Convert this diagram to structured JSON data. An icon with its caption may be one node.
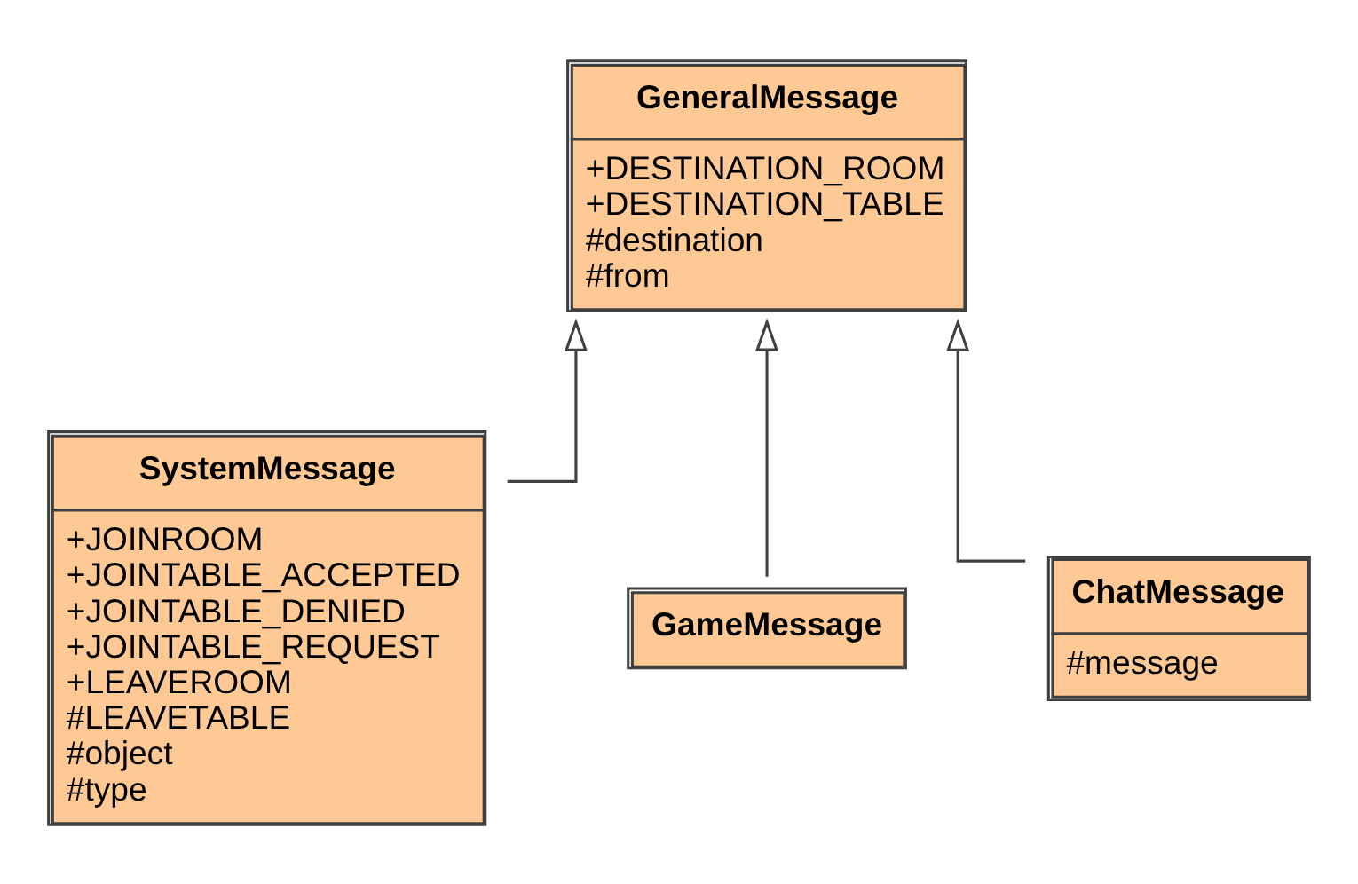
{
  "diagram": {
    "nodes": [
      {
        "text": [
          "GeneralMessage",
          "+DESTINATION_ROOM",
          "+DESTINATION_TABLE",
          "#destination",
          "#from"
        ]
      },
      {
        "text": [
          "SystemMessage",
          "+JOINROOM",
          "+JOINTABLE_ACCEPTED",
          "+JOINTABLE_DENIED",
          "+JOINTABLE_REQUEST",
          "+LEAVEROOM",
          "#LEAVETABLE",
          "#object",
          "#type"
        ]
      },
      {
        "text": [
          "GameMessage"
        ]
      },
      {
        "text": [
          "ChatMessage",
          "#message"
        ]
      }
    ],
    "edges": [
      {
        "from": 1,
        "to": 0,
        "arrow": "to"
      },
      {
        "from": 2,
        "to": 0,
        "arrow": "to"
      },
      {
        "from": 3,
        "to": 0,
        "arrow": "to"
      }
    ]
  }
}
